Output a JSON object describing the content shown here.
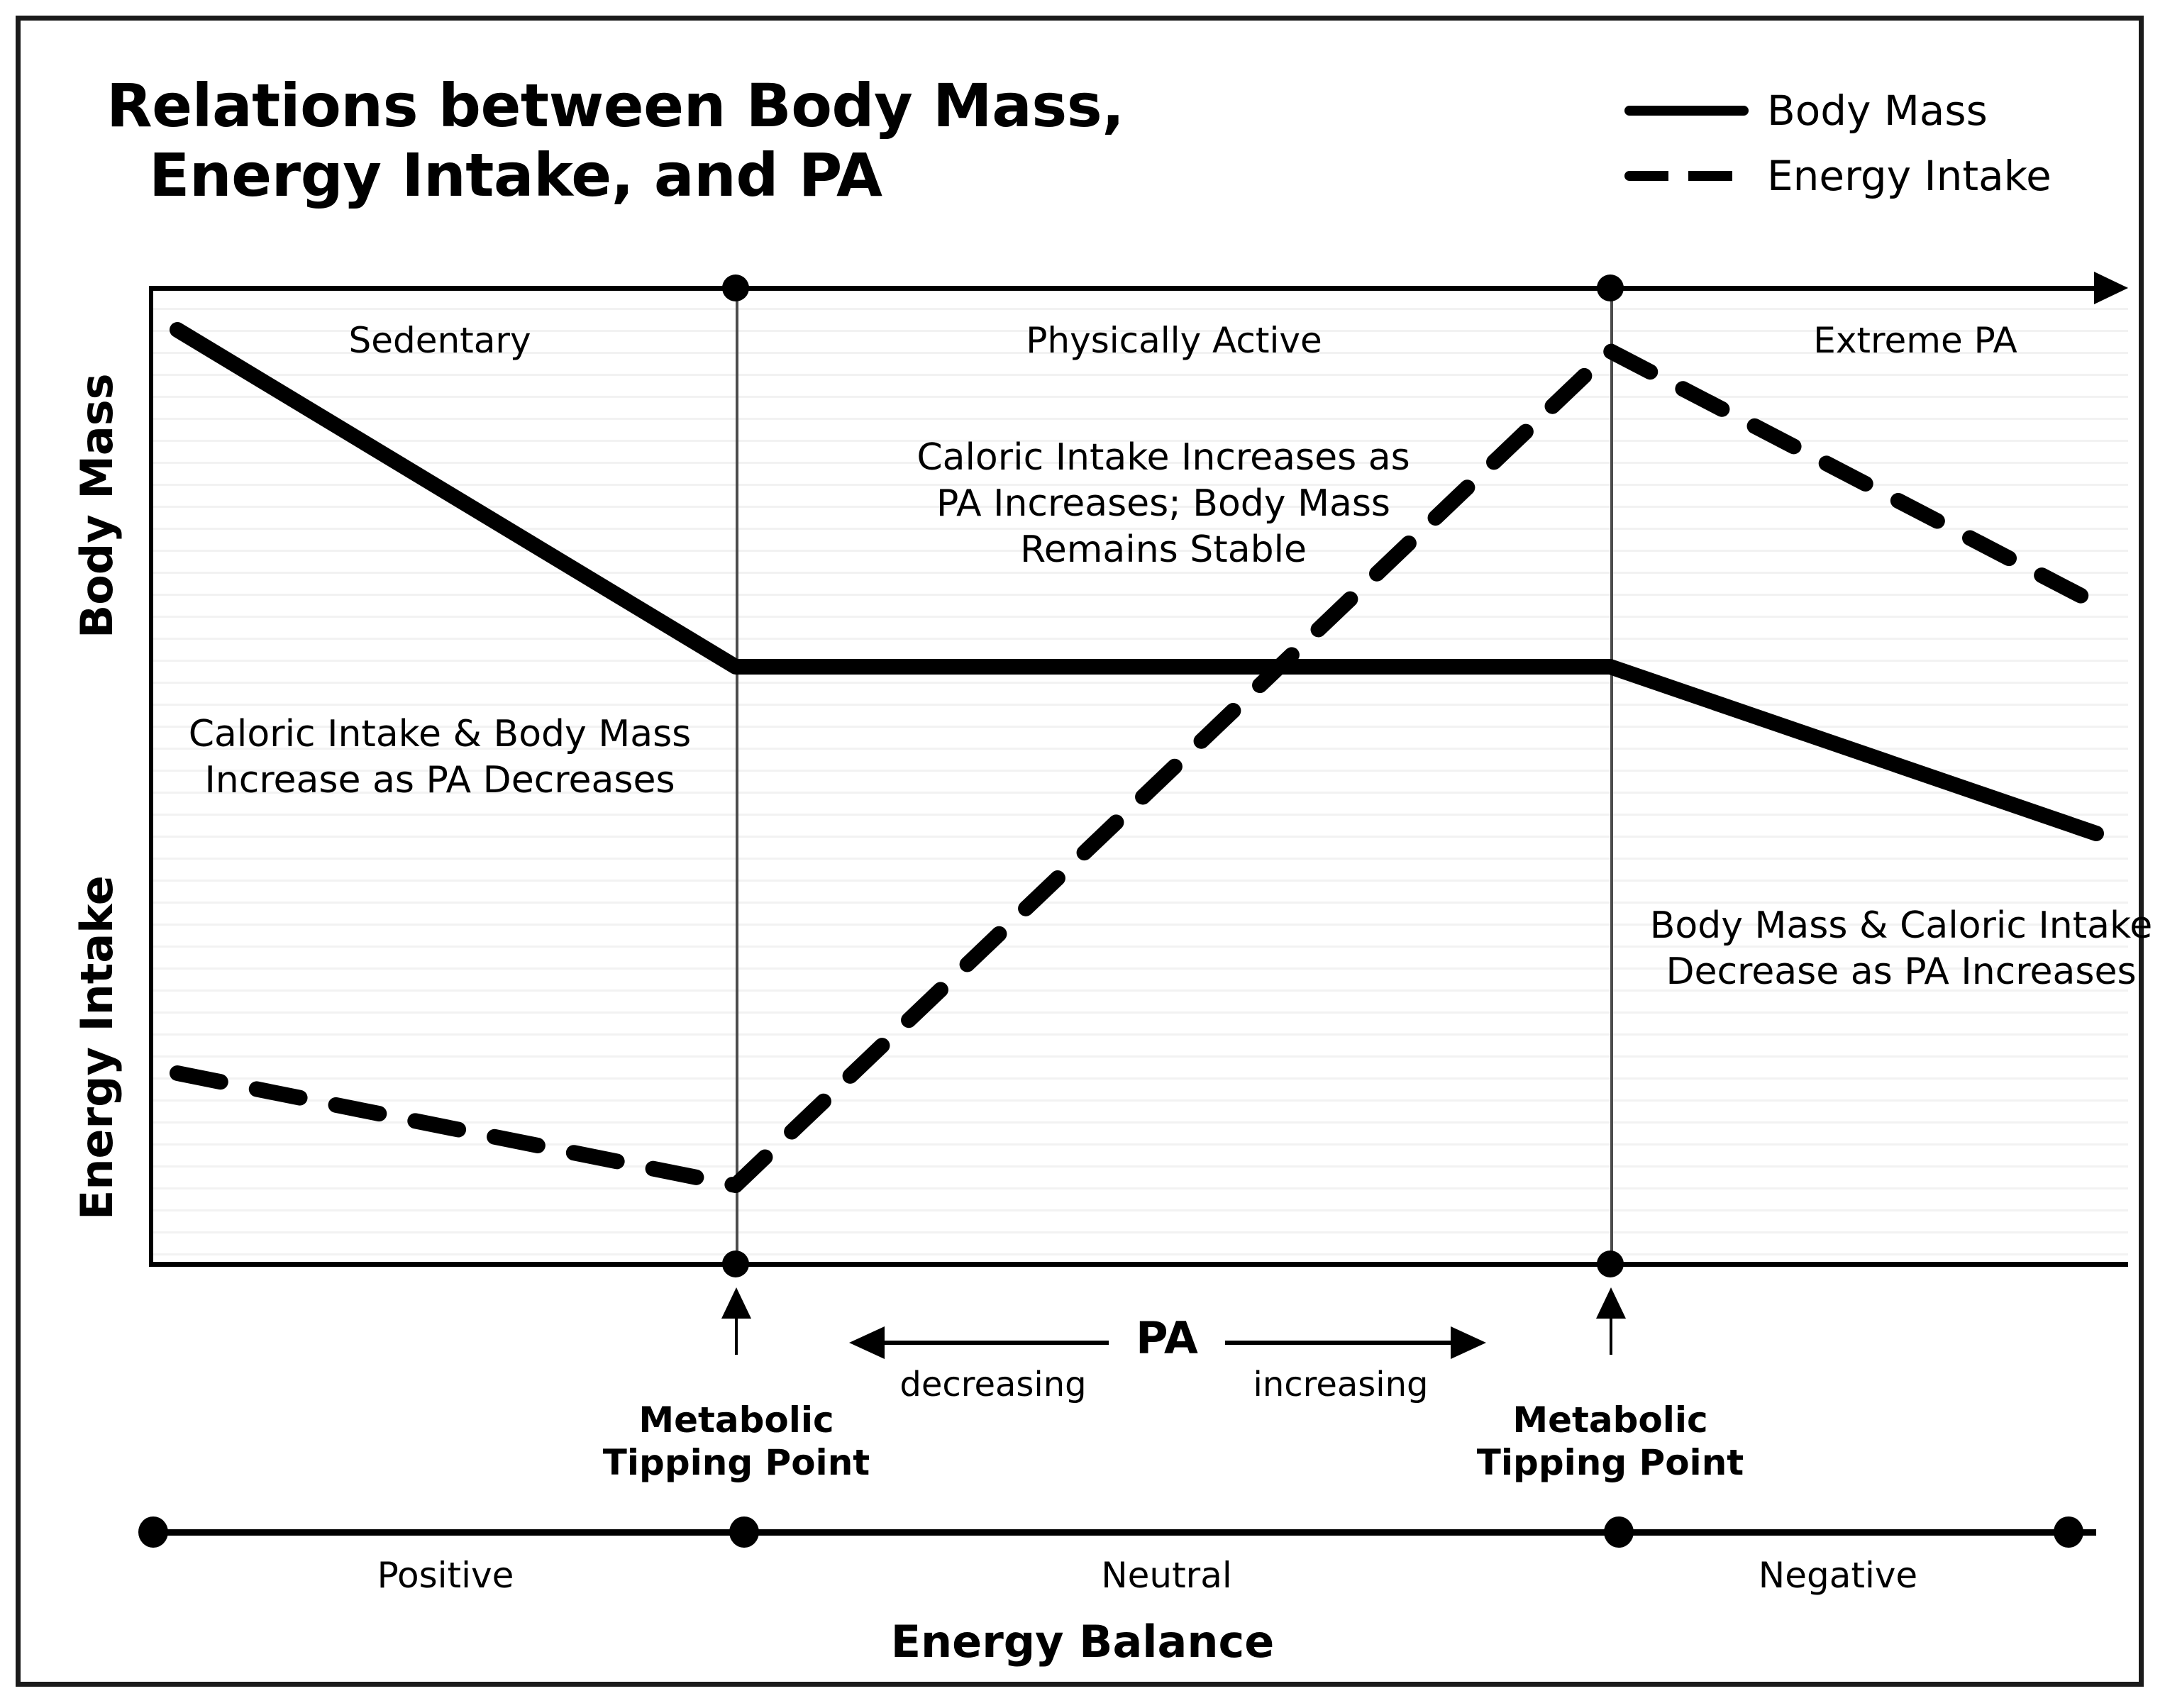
{
  "title": {
    "line1": "Relations between Body Mass,",
    "line2": "Energy Intake, and PA"
  },
  "legend": {
    "items": [
      {
        "label": "Body Mass",
        "style": "solid",
        "icon": "solid-line-icon"
      },
      {
        "label": "Energy Intake",
        "style": "dashed",
        "icon": "dashed-line-icon"
      }
    ]
  },
  "axes": {
    "y_top_label": "Body Mass",
    "y_bottom_label": "Energy Intake",
    "x_title": "Energy Balance"
  },
  "zones": [
    {
      "label": "Sedentary"
    },
    {
      "label": "Physically Active"
    },
    {
      "label": "Extreme PA"
    }
  ],
  "annotations": {
    "left": "Caloric Intake & Body Mass Increase as PA Decreases",
    "center": "Caloric Intake Increases as PA Increases; Body Mass Remains Stable",
    "right": "Body Mass & Caloric Intake Decrease as PA Increases"
  },
  "pa_scale": {
    "title": "PA",
    "left_direction": "decreasing",
    "right_direction": "increasing"
  },
  "tipping_points": [
    {
      "line1": "Metabolic",
      "line2": "Tipping Point"
    },
    {
      "line1": "Metabolic",
      "line2": "Tipping Point"
    }
  ],
  "energy_balance": {
    "segments": [
      "Positive",
      "Neutral",
      "Negative"
    ]
  },
  "colors": {
    "ink": "#000000",
    "frame": "#1b1b1b",
    "gridline": "#f2f2f2",
    "divider": "#4c4c4c",
    "background": "#ffffff"
  },
  "chart_data": {
    "type": "line",
    "title": "Relations between Body Mass, Energy Intake, and PA",
    "xlabel": "Energy Balance",
    "ylabel": "Body Mass / Energy Intake",
    "grid": true,
    "legend_position": "top-right",
    "xlim": [
      0,
      2790
    ],
    "ylim": [
      0,
      1382
    ],
    "x_zone_boundaries": [
      827,
      2060
    ],
    "x_zones": [
      "Sedentary",
      "Physically Active",
      "Extreme PA"
    ],
    "energy_balance_zones": [
      "Positive",
      "Neutral",
      "Negative"
    ],
    "series": [
      {
        "name": "Body Mass",
        "style": "solid",
        "points": [
          [
            40,
            62
          ],
          [
            827,
            537
          ],
          [
            2060,
            537
          ],
          [
            2745,
            772
          ]
        ],
        "description": "Declines steeply through the Sedentary zone, flat across Physically Active, then declines again through Extreme PA"
      },
      {
        "name": "Energy Intake",
        "style": "dashed",
        "points": [
          [
            40,
            1110
          ],
          [
            827,
            1268
          ],
          [
            2060,
            92
          ],
          [
            2745,
            448
          ]
        ],
        "description": "Declines gently across Sedentary to a minimum at the first Metabolic Tipping Point, rises steeply across Physically Active to a peak at the second Metabolic Tipping Point, then declines across Extreme PA"
      }
    ],
    "annotations": [
      {
        "text": "Caloric Intake & Body Mass Increase as PA Decreases",
        "zone": "Sedentary"
      },
      {
        "text": "Caloric Intake Increases as PA Increases; Body Mass Remains Stable",
        "zone": "Physically Active"
      },
      {
        "text": "Body Mass & Caloric Intake Decrease as PA Increases",
        "zone": "Extreme PA"
      },
      {
        "text": "Metabolic Tipping Point",
        "x": 827
      },
      {
        "text": "Metabolic Tipping Point",
        "x": 2060
      }
    ]
  }
}
